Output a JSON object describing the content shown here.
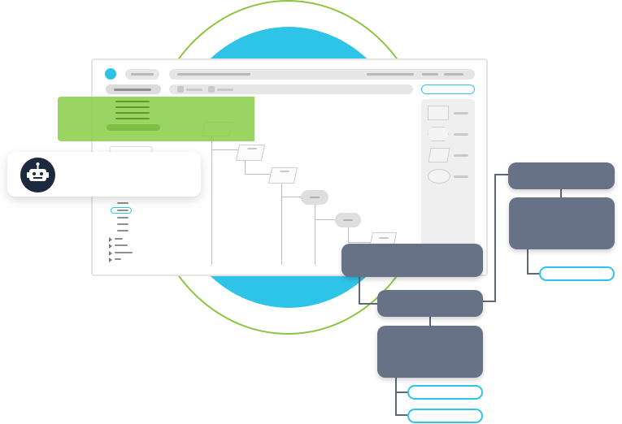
{
  "colors": {
    "ring": "#8cc540",
    "circle": "#2ec4e8",
    "highlight": "#8ccf4d",
    "node": "#677287",
    "robot_badge": "#1d2a3e",
    "button_outline": "#2ec4e8"
  },
  "icons": {
    "robot": "robot-icon",
    "app_logo": "app-logo-icon"
  },
  "robot_card": {
    "text": ""
  },
  "sidebar": {
    "item_count": 15
  },
  "flow_nodes": 5,
  "output_buttons": 3
}
